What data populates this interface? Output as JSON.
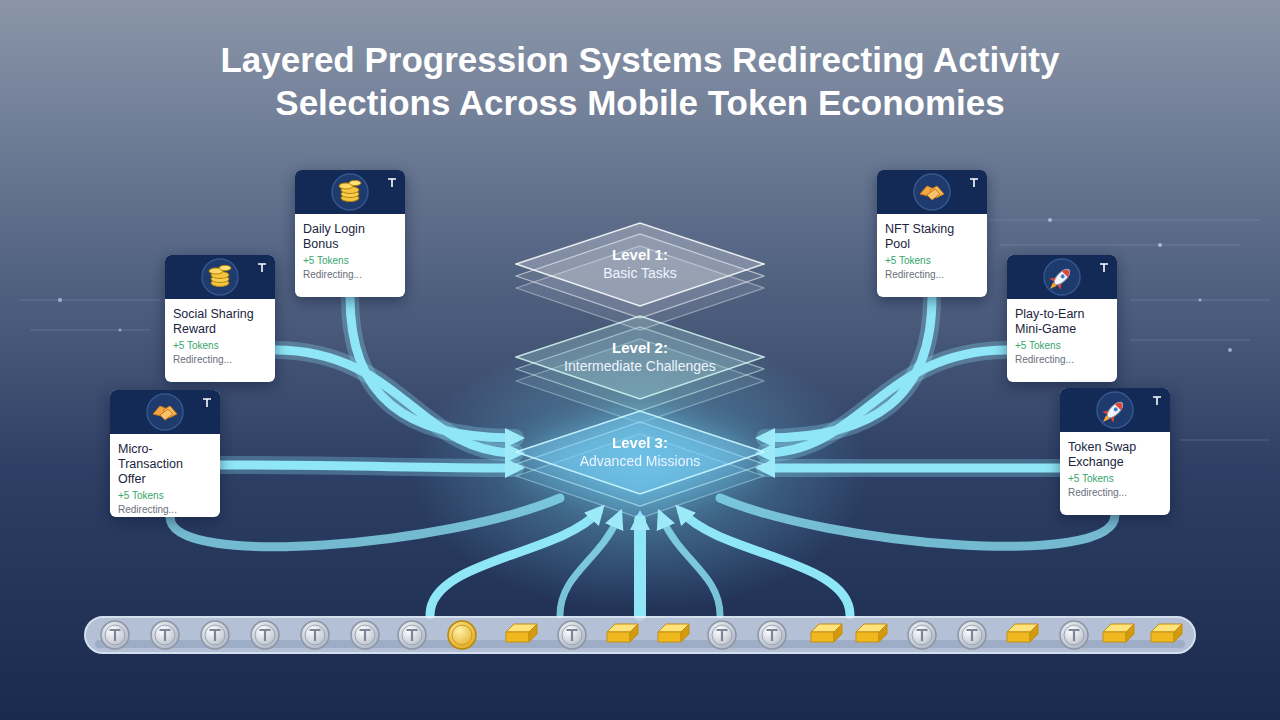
{
  "diagram": {
    "title": "Layered Progression Systems Redirecting Activity Selections Across Mobile Token Economies",
    "nodes": [
      {
        "text": [
          "Daily Login Bonus",
          "+5 Tokens",
          "Redirecting..."
        ]
      },
      {
        "text": [
          "Social Sharing Reward",
          "+5 Tokens",
          "Redirecting..."
        ]
      },
      {
        "text": [
          "Micro-Transaction Offer",
          "+5 Tokens",
          "Redirecting..."
        ]
      },
      {
        "text": [
          "Level 1:",
          "Basic Tasks"
        ]
      },
      {
        "text": [
          "Level 2:",
          "Intermediate Challenges"
        ]
      },
      {
        "text": [
          "Level 3:",
          "Advanced Missions"
        ]
      },
      {
        "text": [
          "NFT Staking Pool",
          "+5 Tokens",
          "Redirecting..."
        ]
      },
      {
        "text": [
          "Play-to-Earn Mini-Game",
          "+5 Tokens",
          "Redirecting..."
        ]
      },
      {
        "text": [
          "Token Swap Exchange",
          "+5 Tokens",
          "Redirecting..."
        ]
      }
    ],
    "edges": [
      {
        "from": 0,
        "to": 5,
        "arrow": "to"
      },
      {
        "from": 1,
        "to": 5,
        "arrow": "to"
      },
      {
        "from": 2,
        "to": 5,
        "arrow": "to"
      },
      {
        "from": 6,
        "to": 5,
        "arrow": "to"
      },
      {
        "from": 7,
        "to": 5,
        "arrow": "to"
      },
      {
        "from": 8,
        "to": 5,
        "arrow": "to"
      }
    ]
  }
}
